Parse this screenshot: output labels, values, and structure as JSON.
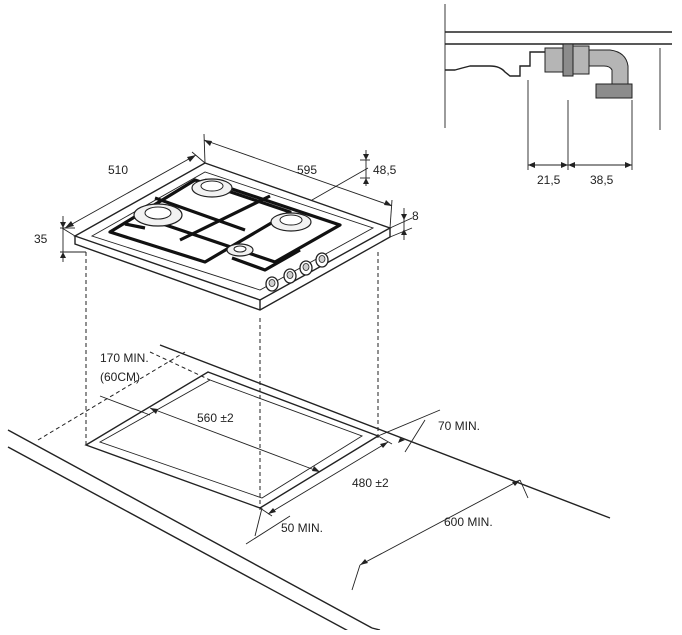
{
  "diagram": {
    "hob_dimensions": {
      "depth": "510",
      "width": "595",
      "top_offset": "48,5",
      "total_height": "35",
      "glass_height": "8"
    },
    "connection_detail": {
      "dim_a": "21,5",
      "dim_b": "38,5"
    },
    "cutout": {
      "width": "560 ±2",
      "depth": "480 ±2",
      "rear_clearance_line1": "170 MIN.",
      "rear_clearance_line2": "(60CM)",
      "side_clearance": "70 MIN.",
      "front_clearance": "50 MIN.",
      "worktop_depth": "600 MIN."
    }
  }
}
